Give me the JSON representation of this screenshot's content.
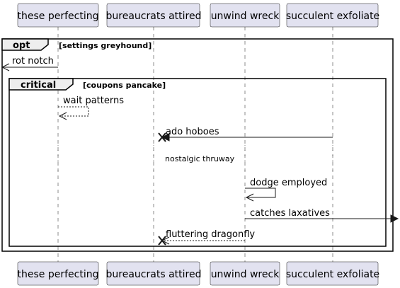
{
  "participants": [
    {
      "id": "p1",
      "label": "these perfecting"
    },
    {
      "id": "p2",
      "label": "bureaucrats attired"
    },
    {
      "id": "p3",
      "label": "unwind wreck"
    },
    {
      "id": "p4",
      "label": "succulent exfoliate"
    }
  ],
  "fragments": {
    "opt": {
      "kind": "opt",
      "guard": "[settings greyhound]"
    },
    "critical": {
      "kind": "critical",
      "guard": "[coupons pancake]"
    }
  },
  "messages": {
    "rot_notch": "rot notch",
    "wait_patterns": "wait patterns",
    "ado_hoboes": "ado hoboes",
    "dodge_employed": "dodge employed",
    "catches_laxatives": "catches laxatives",
    "fluttering_dragonfly": "fluttering dragonfly"
  },
  "divider": {
    "label": "nostalgic thruway"
  }
}
